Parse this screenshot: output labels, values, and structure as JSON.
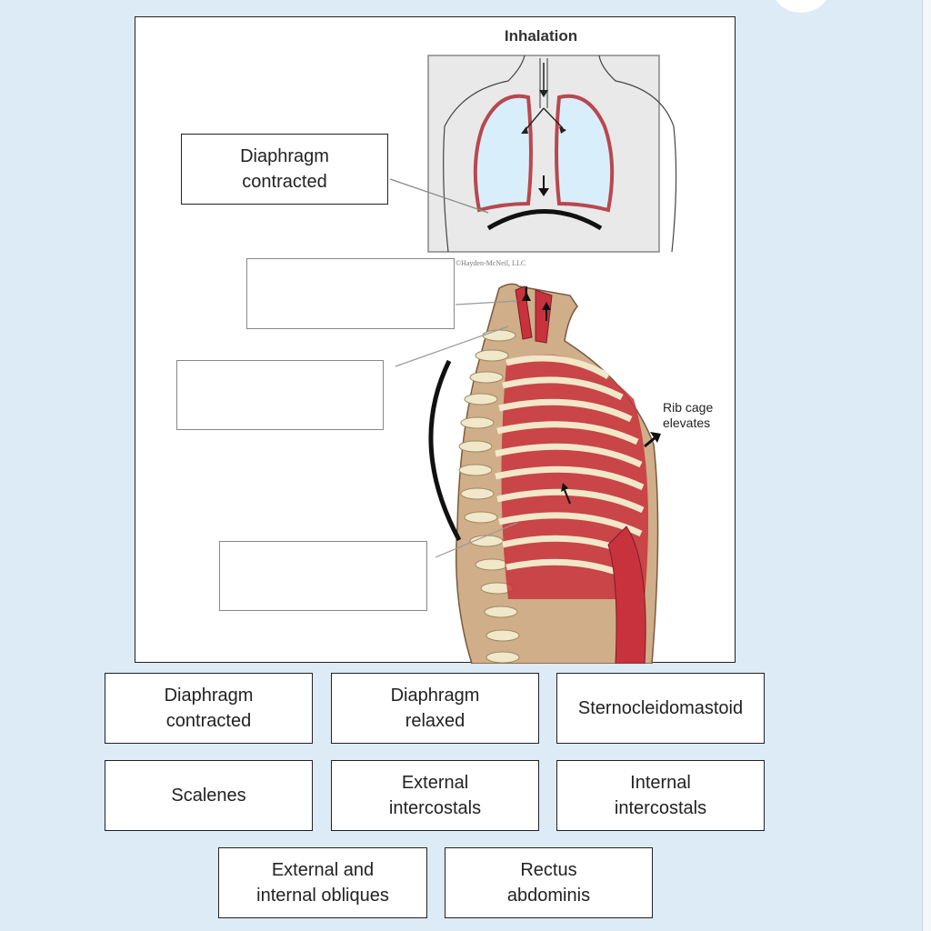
{
  "figure": {
    "title": "Inhalation",
    "copyright": "©Hayden-McNeil, LLC",
    "rib_cage_label": "Rib cage\nelevates"
  },
  "targets": [
    {
      "label": "Diaphragm\ncontracted"
    },
    {
      "label": ""
    },
    {
      "label": ""
    },
    {
      "label": ""
    }
  ],
  "bank": [
    {
      "label": "Diaphragm\ncontracted"
    },
    {
      "label": "Diaphragm\nrelaxed"
    },
    {
      "label": "Sternocleidomastoid"
    },
    {
      "label": "Scalenes"
    },
    {
      "label": "External\nintercostals"
    },
    {
      "label": "Internal\nintercostals"
    },
    {
      "label": "External and\ninternal obliques"
    },
    {
      "label": "Rectus\nabdominis"
    }
  ],
  "colors": {
    "background": "#dcebf5",
    "lung": "#d9eefb",
    "lung_border": "#b8484e",
    "muscle": "#c8323c",
    "body": "#cfae89",
    "rib": "#f1e7c9"
  }
}
